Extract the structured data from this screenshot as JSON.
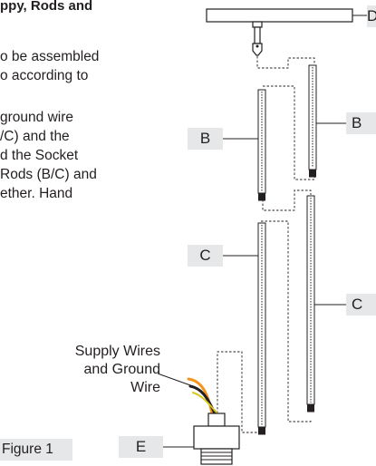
{
  "instructions": {
    "heading": "ppy, Rods and",
    "paragraph1": [
      "o be assembled",
      "o according to"
    ],
    "paragraph2": [
      "ground wire",
      "/C) and the",
      "d the Socket",
      "Rods (B/C) and",
      "ether. Hand"
    ]
  },
  "figure": {
    "caption": "Figure 1",
    "labels": {
      "d": "D",
      "b_left": "B",
      "b_right": "B",
      "c_left": "C",
      "c_right": "C",
      "e": "E"
    },
    "wire_label": [
      "Supply Wires",
      "and Ground",
      "Wire"
    ]
  },
  "colors": {
    "label_fill": "#e6e7e8",
    "stroke": "#231f20",
    "wire_orange": "#f7941d",
    "wire_black": "#231f20",
    "wire_yellow": "#d7c81e"
  }
}
